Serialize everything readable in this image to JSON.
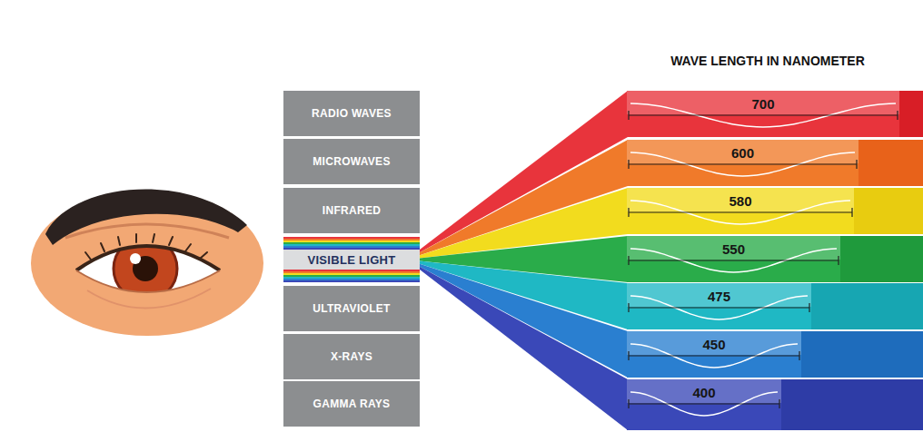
{
  "diagram": {
    "title": "WAVE LENGTH IN NANOMETER",
    "nodes": [
      {
        "text": [
          "RADIO WAVES"
        ]
      },
      {
        "text": [
          "MICROWAVES"
        ]
      },
      {
        "text": [
          "INFRARED"
        ]
      },
      {
        "text": [
          "VISIBLE LIGHT"
        ]
      },
      {
        "text": [
          "ULTRAVIOLET"
        ]
      },
      {
        "text": [
          "X-RAYS"
        ]
      },
      {
        "text": [
          "GAMMA RAYS"
        ]
      },
      {
        "text": [
          "700"
        ]
      },
      {
        "text": [
          "600"
        ]
      },
      {
        "text": [
          "580"
        ]
      },
      {
        "text": [
          "550"
        ]
      },
      {
        "text": [
          "475"
        ]
      },
      {
        "text": [
          "450"
        ]
      },
      {
        "text": [
          "400"
        ]
      }
    ],
    "edges": [
      {
        "from": 3,
        "to": 7,
        "arrow": "none"
      },
      {
        "from": 3,
        "to": 8,
        "arrow": "none"
      },
      {
        "from": 3,
        "to": 9,
        "arrow": "none"
      },
      {
        "from": 3,
        "to": 10,
        "arrow": "none"
      },
      {
        "from": 3,
        "to": 11,
        "arrow": "none"
      },
      {
        "from": 3,
        "to": 12,
        "arrow": "none"
      },
      {
        "from": 3,
        "to": 13,
        "arrow": "none"
      }
    ]
  }
}
